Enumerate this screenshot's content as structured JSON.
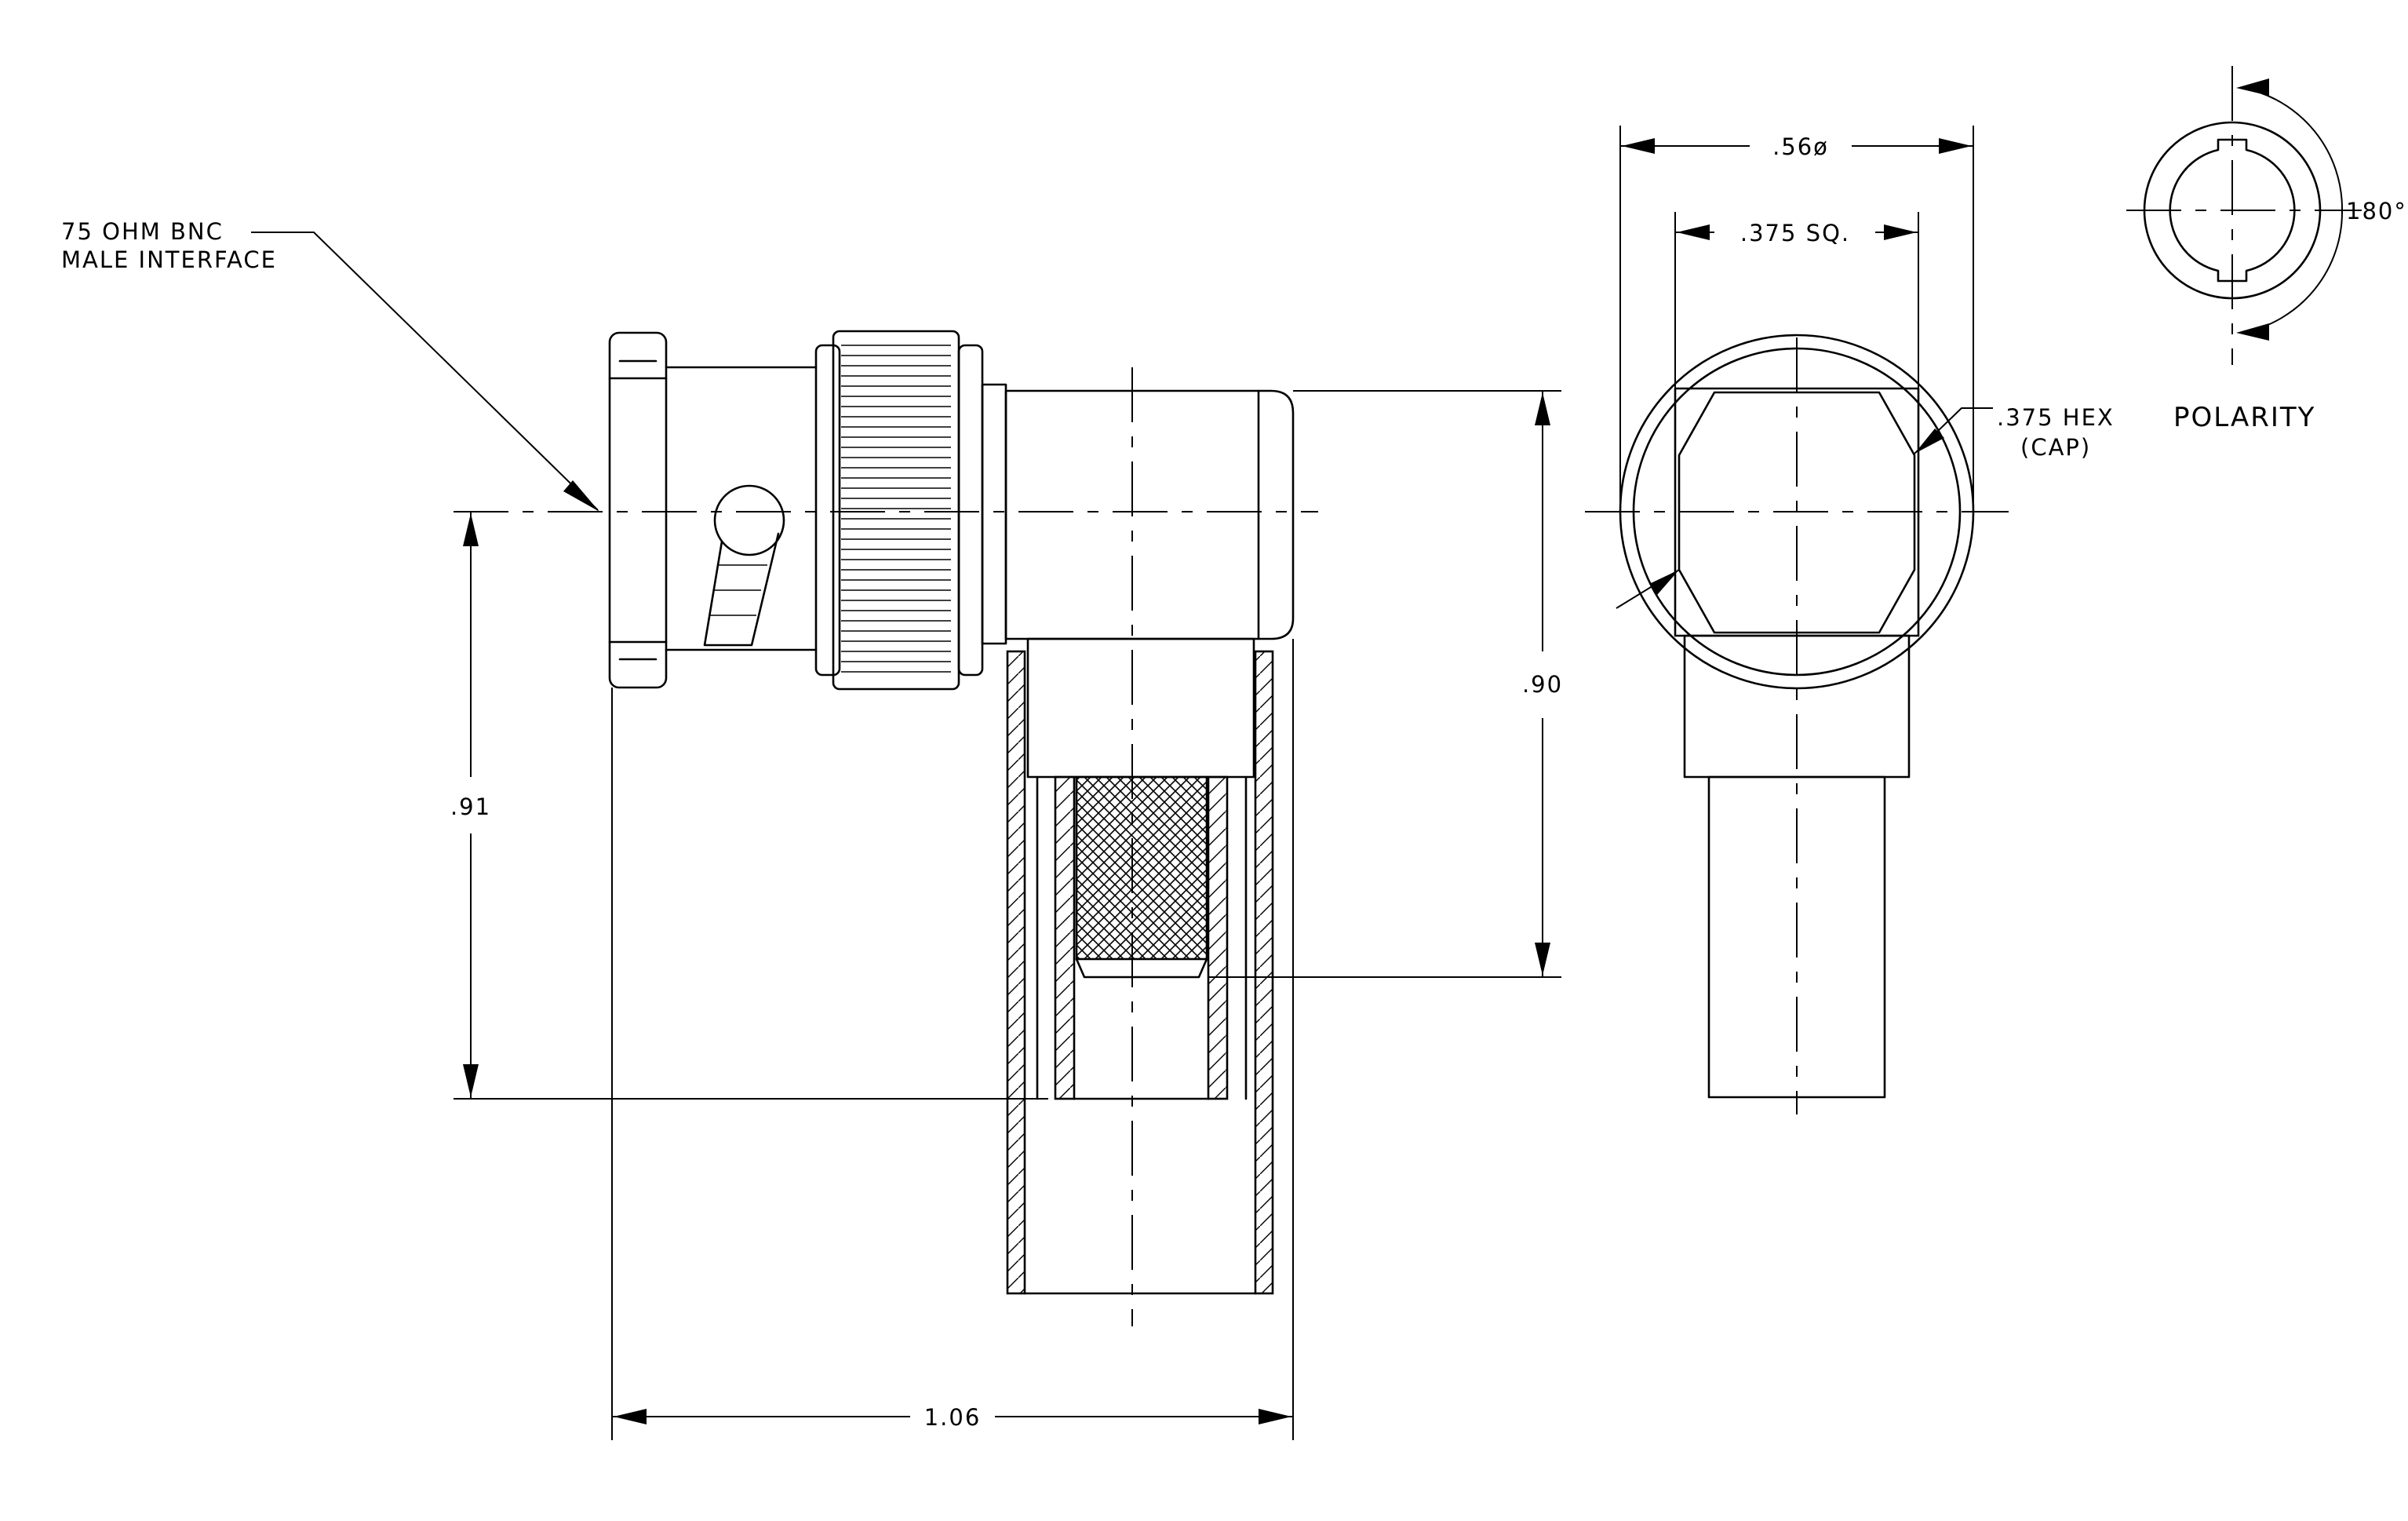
{
  "labels": {
    "interface_line1": "75 OHM BNC",
    "interface_line2": "MALE INTERFACE",
    "dim_overall_diameter": ".56ø",
    "dim_square": ".375 SQ.",
    "dim_hex_line1": ".375 HEX",
    "dim_hex_line2": "(CAP)",
    "dim_height_right": ".90",
    "dim_height_left": ".91",
    "dim_length": "1.06",
    "polarity_angle": "180°",
    "polarity_title": "POLARITY"
  }
}
